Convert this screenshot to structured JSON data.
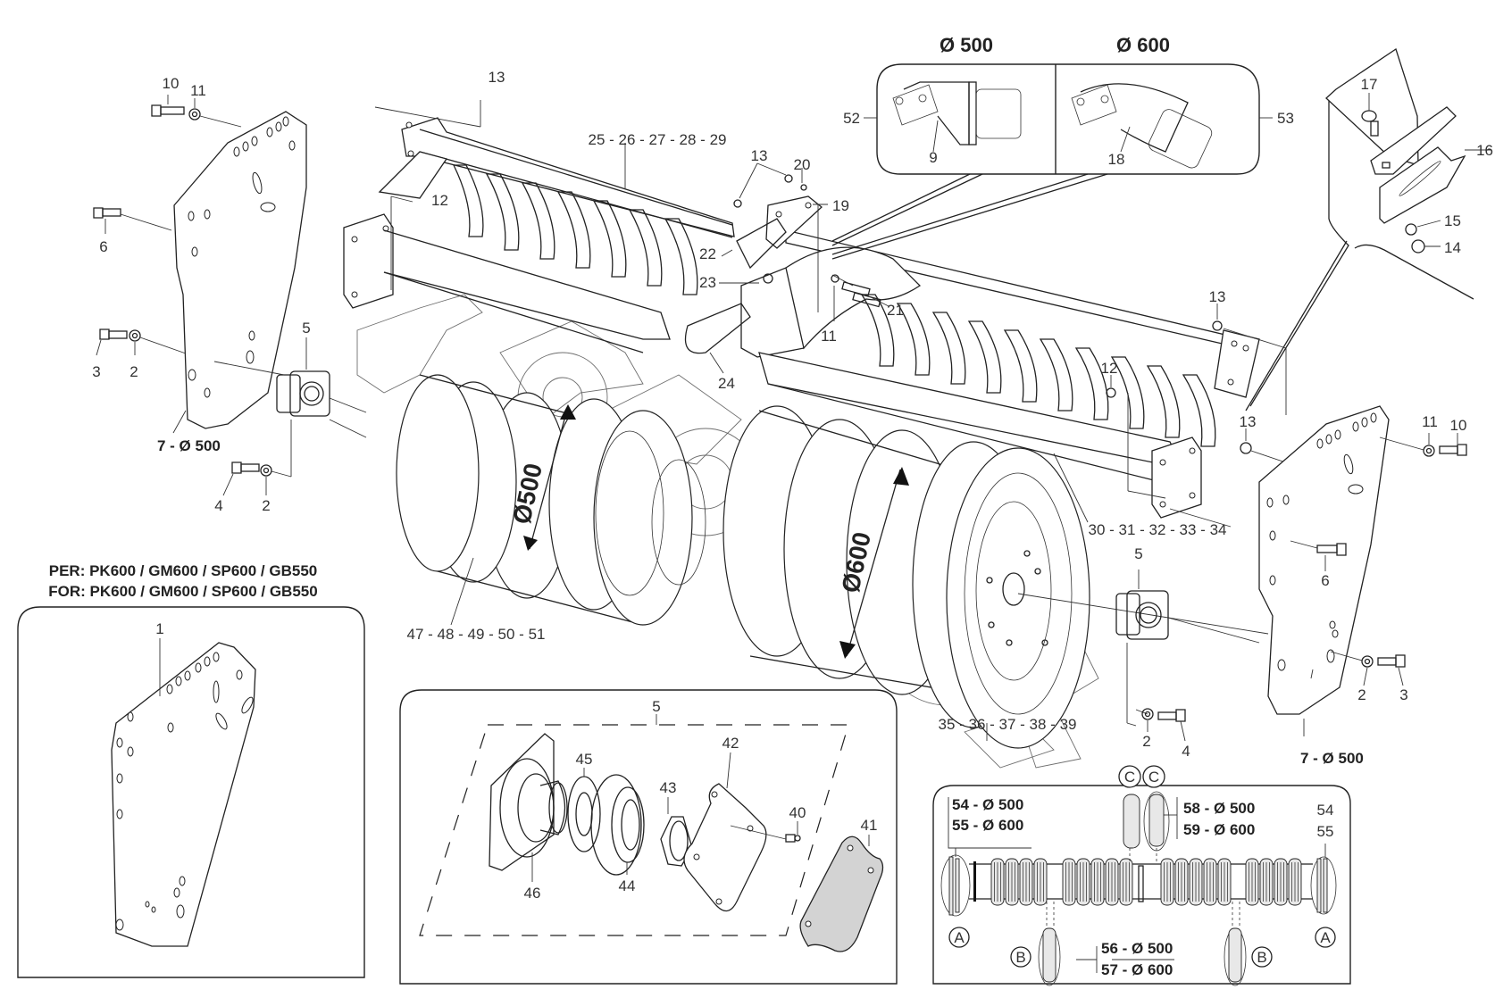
{
  "diagram": {
    "type": "exploded-parts-view",
    "subject": "Packer roller assembly (Ø 500 / Ø 600)",
    "scraper_insets": {
      "left": {
        "heading": "Ø 500",
        "callout": "52",
        "part": "9"
      },
      "right": {
        "heading": "Ø 600",
        "callout": "53",
        "part": "18"
      }
    },
    "main_labels": {
      "bolt_10": "10",
      "washer_11": "11",
      "bolt_6": "6",
      "bolt_3": "3",
      "washer_2": "2",
      "plate_left": "7 - Ø 500",
      "bolt_4": "4",
      "washer_2b": "2",
      "bearing_5": "5",
      "nut_13_left": "13",
      "nut_12_left": "12",
      "scraper_bar_top": "25 - 26 - 27 - 28 - 29",
      "nut_13_mid": "13",
      "washer_20": "20",
      "bracket_19": "19",
      "ubolt_22": "22",
      "nut_23": "23",
      "ubolt_24": "24",
      "washer_11_mid": "11",
      "bolt_21": "21",
      "nut_13_right": "13",
      "nut_12_right": "12",
      "nut_13_right_low": "13",
      "scraper_bar_bottom": "30 - 31 - 32 - 33 - 34",
      "roller_500": "47 - 48 - 49 - 50 - 51",
      "roller_600": "35 - 36 - 37 - 38 - 39",
      "bearing_5_right": "5",
      "bolt_6_right": "6",
      "washer_2_right": "2",
      "bolt_3_right": "3",
      "washer_2_right_low": "2",
      "bolt_4_right": "4",
      "plate_right": "7 - Ø 500",
      "washer_11_right": "11",
      "bolt_10_right": "10",
      "bolt_17": "17",
      "scraper_16": "16",
      "washer_15": "15",
      "nut_14": "14"
    },
    "dimension_marks": {
      "small_roller": "Ø500",
      "large_roller": "Ø600"
    },
    "plate_inset": {
      "title_line1": "PER: PK600 / GM600 / SP600 / GB550",
      "title_line2": "FOR: PK600 / GM600 / SP600 / GB550",
      "part": "1"
    },
    "bearing_inset": {
      "group": "5",
      "parts": [
        "46",
        "45",
        "44",
        "43",
        "42",
        "40",
        "41"
      ]
    },
    "ring_inset": {
      "end_ring_labels": [
        "54 - Ø 500",
        "55 - Ø 600"
      ],
      "end_ring_labels_right": [
        "54",
        "55"
      ],
      "center_ring_labels": [
        "58 - Ø 500",
        "59 - Ø 600"
      ],
      "spacer_labels": [
        "56 - Ø 500",
        "57 - Ø 600"
      ],
      "markers": {
        "A": "A",
        "B": "B",
        "C": "C"
      }
    }
  }
}
